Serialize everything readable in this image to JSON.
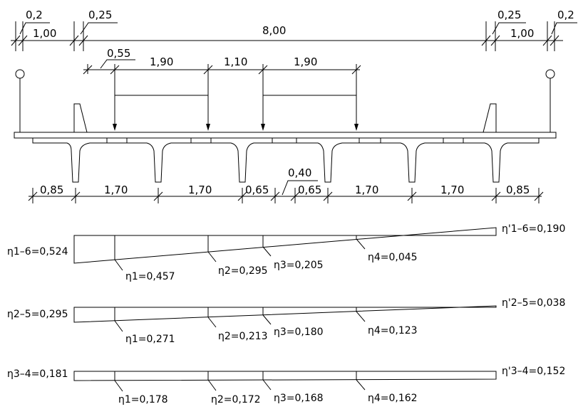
{
  "top_dimensions": {
    "left_edge": "0,2",
    "left_walkway": "1,00",
    "left_curb": "0,25",
    "carriageway": "8,00",
    "right_curb": "0,25",
    "right_walkway": "1,00",
    "right_edge": "0,2"
  },
  "load_dimensions": {
    "offset": "0,55",
    "axle_1": "1,90",
    "gap": "1,10",
    "axle_2": "1,90"
  },
  "girder_dimensions": {
    "left_cantilever": "0,85",
    "span_1": "1,70",
    "span_2": "1,70",
    "half_left": "0,65",
    "joint": "0,40",
    "half_right": "0,65",
    "span_3": "1,70",
    "span_4": "1,70",
    "right_cantilever": "0,85"
  },
  "influence_lines": [
    {
      "left_label": "η1–6=0,524",
      "right_label": "η'1–6=0,190",
      "values": [
        "η1=0,457",
        "η2=0,295",
        "η3=0,205",
        "η4=0,045"
      ],
      "left_value": 0.524,
      "right_value": 0.19
    },
    {
      "left_label": "η2–5=0,295",
      "right_label": "η'2–5=0,038",
      "values": [
        "η1=0,271",
        "η2=0,213",
        "η3=0,180",
        "η4=0,123"
      ],
      "left_value": 0.295,
      "right_value": 0.038
    },
    {
      "left_label": "η3–4=0,181",
      "right_label": "η'3–4=0,152",
      "values": [
        "η1=0,178",
        "η2=0,172",
        "η3=0,168",
        "η4=0,162"
      ],
      "left_value": 0.181,
      "right_value": 0.152
    }
  ]
}
